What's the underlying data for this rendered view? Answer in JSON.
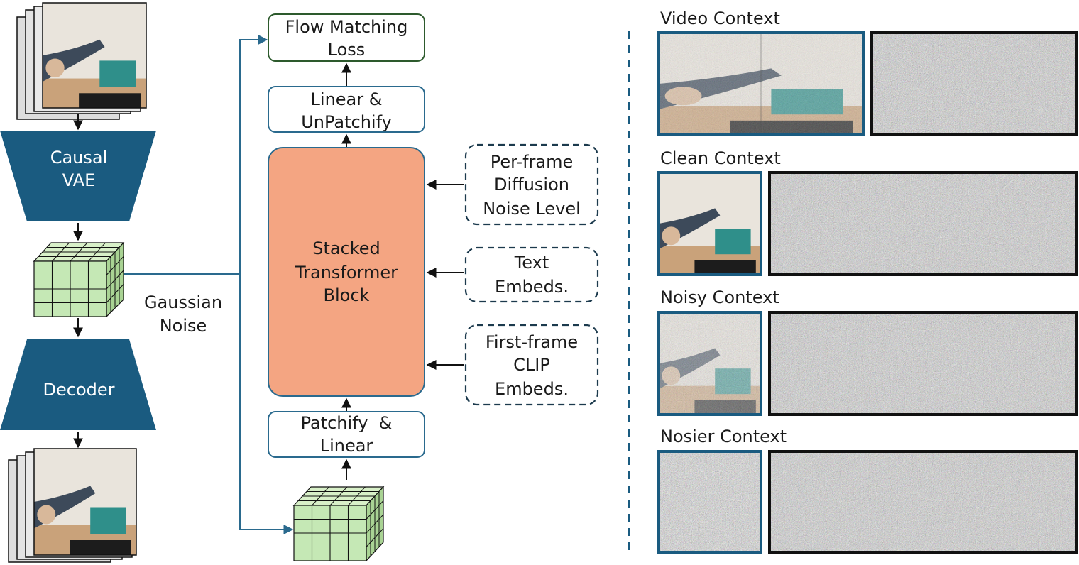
{
  "left": {
    "encoder_label": [
      "Causal",
      "VAE"
    ],
    "decoder_label": "Decoder",
    "noise_label": [
      "Gaussian",
      "Noise"
    ]
  },
  "center": {
    "loss_label": [
      "Flow Matching",
      "Loss"
    ],
    "unpatchify_label": [
      "Linear &",
      "UnPatchify"
    ],
    "transformer_label": [
      "Stacked",
      "Transformer",
      "Block"
    ],
    "patchify_label": [
      "Patchify  &",
      "Linear"
    ]
  },
  "conditions": [
    {
      "lines": [
        "Per-frame",
        "Diffusion",
        "Noise Level"
      ]
    },
    {
      "lines": [
        "Text",
        "Embeds."
      ]
    },
    {
      "lines": [
        "First-frame",
        "CLIP",
        "Embeds."
      ]
    }
  ],
  "contexts": [
    {
      "title": "Video Context"
    },
    {
      "title": "Clean Context"
    },
    {
      "title": "Noisy Context"
    },
    {
      "title": "Nosier Context"
    }
  ],
  "colors": {
    "vae_blue": "#1a5b80",
    "box_stroke": "#2a6a8e",
    "loss_stroke": "#2d5a2d",
    "transformer_fill": "#f4a582",
    "latent_fill": "#c5e8b5",
    "noise_base": "#8a8a86"
  }
}
